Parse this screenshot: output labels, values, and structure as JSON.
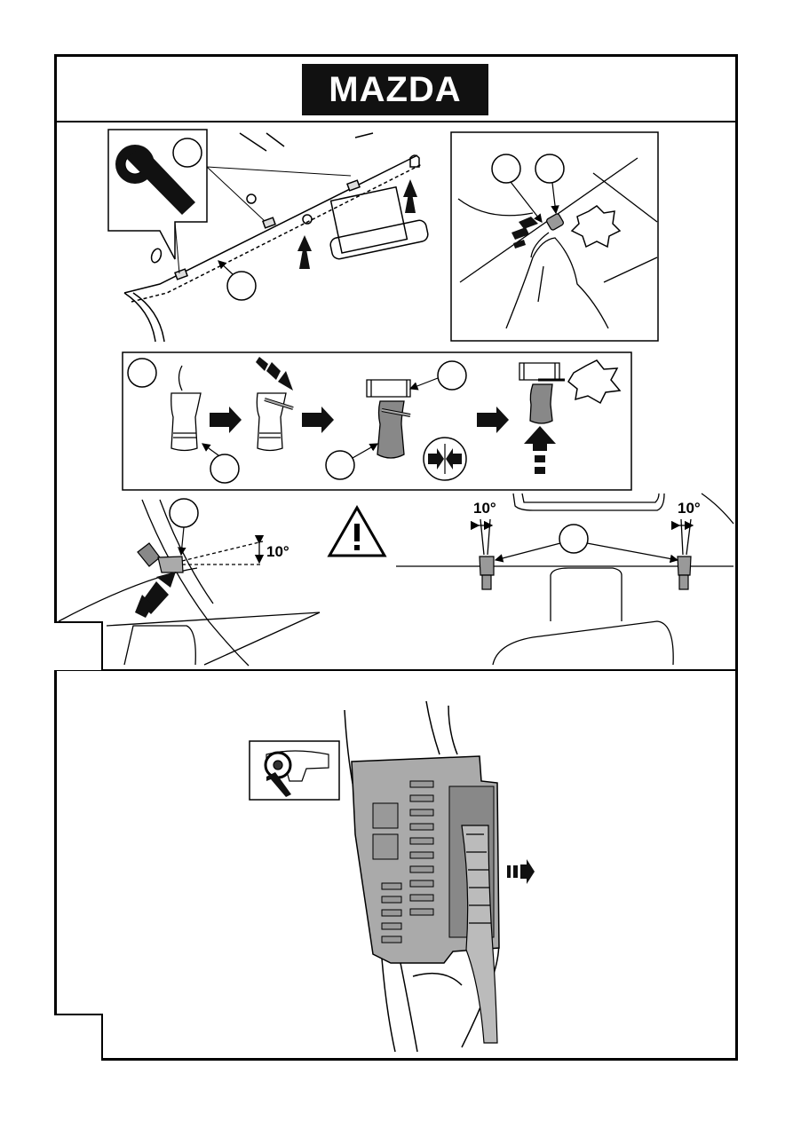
{
  "logo": {
    "brand": "MAZDA"
  },
  "labels": {
    "angle_left": "10°",
    "angle_right_a": "10°",
    "angle_right_b": "10°"
  },
  "icons": {
    "warning": "warning-triangle-icon",
    "squeeze": "squeeze-arrows-icon",
    "click": "click-burst-icon"
  },
  "colors": {
    "ink": "#000000",
    "fill_gray": "#9a9a9a",
    "paper": "#ffffff"
  }
}
